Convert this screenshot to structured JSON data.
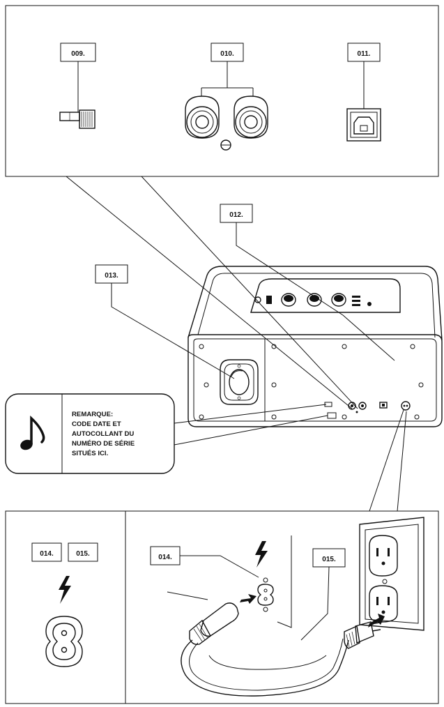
{
  "callouts": {
    "c009": "009.",
    "c010": "010.",
    "c011": "011.",
    "c012": "012.",
    "c013": "013.",
    "c014_left": "014.",
    "c015_left": "015.",
    "c014_right": "014.",
    "c015_right": "015."
  },
  "note": {
    "line1": "REMARQUE:",
    "line2": "CODE DATE ET",
    "line3": "AUTOCOLLANT DU",
    "line4": "NUMÉRO DE SÉRIE",
    "line5": "SITUÉS ICI."
  },
  "icons": {
    "note": "music-note-icon",
    "power": "lightning-bolt-icon",
    "socket": "figure-8-socket-icon"
  }
}
